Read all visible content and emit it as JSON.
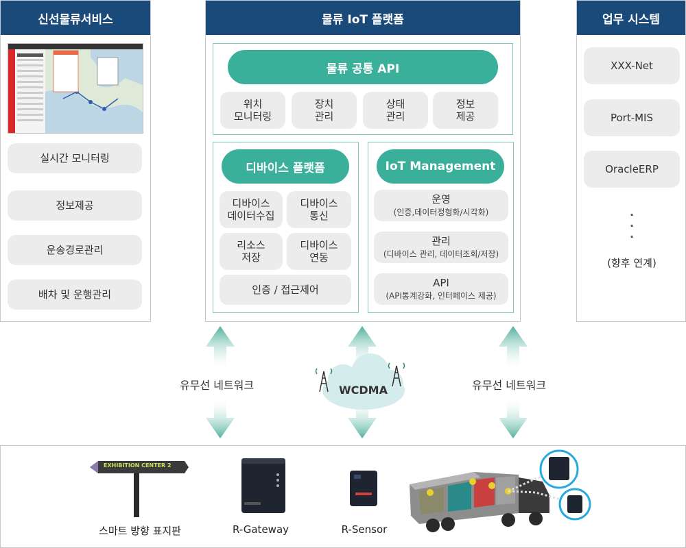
{
  "left_panel": {
    "title": "신선물류서비스",
    "items": [
      "실시간 모니터링",
      "정보제공",
      "운송경로관리",
      "배차 및 운행관리"
    ]
  },
  "center_panel": {
    "title": "물류 IoT 플랫폼",
    "api": {
      "title": "물류 공통 API",
      "items": [
        [
          "위치",
          "모니터링"
        ],
        [
          "장치",
          "관리"
        ],
        [
          "상태",
          "관리"
        ],
        [
          "정보",
          "제공"
        ]
      ]
    },
    "device_platform": {
      "title": "디바이스 플랫폼",
      "items": [
        [
          "디바이스",
          "데이터수집"
        ],
        [
          "디바이스",
          "통신"
        ],
        [
          "리소스",
          "저장"
        ],
        [
          "디바이스",
          "연동"
        ]
      ],
      "wide_item": "인증 / 접근제어"
    },
    "iot_management": {
      "title": "IoT Management",
      "items": [
        {
          "title": "운영",
          "sub": "(인증,데이터정형화/시각화)"
        },
        {
          "title": "관리",
          "sub": "(디바이스 관리, 데이터조회/저장)"
        },
        {
          "title": "API",
          "sub": "(API통계강화, 인터페이스 제공)"
        }
      ]
    }
  },
  "right_panel": {
    "title": "업무 시스템",
    "items": [
      "XXX-Net",
      "Port-MIS",
      "OracleERP"
    ],
    "ellipsis": [
      "·",
      "·",
      "·"
    ],
    "future": "(향후 연계)"
  },
  "network": {
    "left_label": "유무선 네트워크",
    "center_label": "WCDMA",
    "right_label": "유무선 네트워크"
  },
  "devices": {
    "sign_text": "EXHIBITION CENTER 2",
    "labels": [
      "스마트 방향 표지판",
      "R-Gateway",
      "R-Sensor"
    ]
  },
  "colors": {
    "header": "#1a4a7a",
    "accent": "#3aaf9a",
    "pill": "#ececec",
    "border_teal": "#7fc9bd"
  }
}
